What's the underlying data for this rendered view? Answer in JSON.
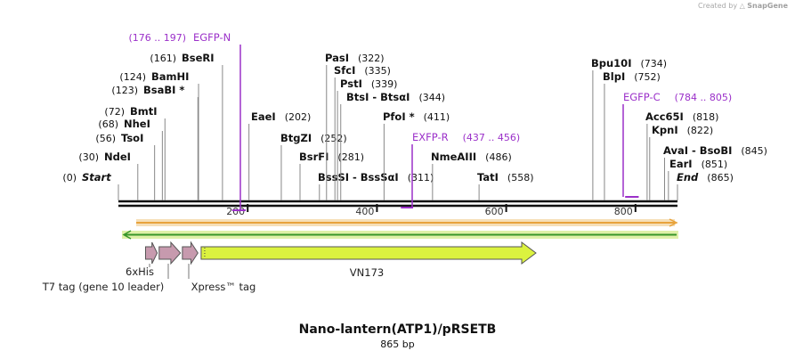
{
  "credit": {
    "prefix": "Created by",
    "brand": "SnapGene"
  },
  "map": {
    "title": "Nano-lantern(ATP1)/pRSETB",
    "length_label": "865 bp",
    "length": 865,
    "ruler_ticks": [
      {
        "pos": 200,
        "label": "200"
      },
      {
        "pos": 400,
        "label": "400"
      },
      {
        "pos": 600,
        "label": "600"
      },
      {
        "pos": 800,
        "label": "800"
      }
    ],
    "sites": [
      {
        "name": "Start",
        "pos": 0,
        "pos_label": "(0)",
        "pos_first": true,
        "italic": true
      },
      {
        "name": "NdeI",
        "pos": 30,
        "pos_label": "(30)",
        "pos_first": true
      },
      {
        "name": "TsoI",
        "pos": 56,
        "pos_label": "(56)",
        "pos_first": true
      },
      {
        "name": "NheI",
        "pos": 68,
        "pos_label": "(68)",
        "pos_first": true
      },
      {
        "name": "BmtI",
        "pos": 72,
        "pos_label": "(72)",
        "pos_first": true
      },
      {
        "name": "BsaBI *",
        "pos": 123,
        "pos_label": "(123)",
        "pos_first": true
      },
      {
        "name": "BamHI",
        "pos": 124,
        "pos_label": "(124)",
        "pos_first": true
      },
      {
        "name": "BseRI",
        "pos": 161,
        "pos_label": "(161)",
        "pos_first": true
      },
      {
        "name": "EaeI",
        "pos": 202,
        "pos_label": "(202)",
        "pos_first": false
      },
      {
        "name": "BtgZI",
        "pos": 252,
        "pos_label": "(252)",
        "pos_first": false
      },
      {
        "name": "BsrFI",
        "pos": 281,
        "pos_label": "(281)",
        "pos_first": false
      },
      {
        "name": "BssSI - BssSαI",
        "pos": 311,
        "pos_label": "(311)",
        "pos_first": false
      },
      {
        "name": "PasI",
        "pos": 322,
        "pos_label": "(322)",
        "pos_first": false
      },
      {
        "name": "SfcI",
        "pos": 335,
        "pos_label": "(335)",
        "pos_first": false
      },
      {
        "name": "PstI",
        "pos": 339,
        "pos_label": "(339)",
        "pos_first": false
      },
      {
        "name": "BtsI - BtsαI",
        "pos": 344,
        "pos_label": "(344)",
        "pos_first": false
      },
      {
        "name": "PfoI *",
        "pos": 411,
        "pos_label": "(411)",
        "pos_first": false
      },
      {
        "name": "NmeAIII",
        "pos": 486,
        "pos_label": "(486)",
        "pos_first": false
      },
      {
        "name": "TatI",
        "pos": 558,
        "pos_label": "(558)",
        "pos_first": false
      },
      {
        "name": "Bpu10I",
        "pos": 734,
        "pos_label": "(734)",
        "pos_first": false
      },
      {
        "name": "BlpI",
        "pos": 752,
        "pos_label": "(752)",
        "pos_first": false
      },
      {
        "name": "Acc65I",
        "pos": 818,
        "pos_label": "(818)",
        "pos_first": false
      },
      {
        "name": "KpnI",
        "pos": 822,
        "pos_label": "(822)",
        "pos_first": false
      },
      {
        "name": "AvaI - BsoBI",
        "pos": 845,
        "pos_label": "(845)",
        "pos_first": false
      },
      {
        "name": "EarI",
        "pos": 851,
        "pos_label": "(851)",
        "pos_first": false
      },
      {
        "name": "End",
        "pos": 865,
        "pos_label": "(865)",
        "pos_first": false,
        "italic": true
      }
    ],
    "primers": [
      {
        "name": "EGFP-N",
        "range_label": "(176 .. 197)",
        "start": 176,
        "end": 197,
        "range_first": true
      },
      {
        "name": "EXFP-R",
        "range_label": "(437 .. 456)",
        "start": 437,
        "end": 456,
        "range_first": false
      },
      {
        "name": "EGFP-C",
        "range_label": "(784 .. 805)",
        "start": 784,
        "end": 805,
        "range_first": false
      }
    ],
    "features": [
      {
        "name": "6xHis",
        "start": 42,
        "end": 60,
        "color": "#c79aae"
      },
      {
        "name": "T7 tag (gene 10 leader)",
        "start": 63,
        "end": 96,
        "color": "#c79aae"
      },
      {
        "name": "Xpress™ tag",
        "start": 99,
        "end": 123,
        "color": "#c79aae"
      },
      {
        "name": "VN173",
        "start": 128,
        "end": 646,
        "color": "#dbf23f"
      }
    ],
    "colors": {
      "enzyme_text": "#111111",
      "primer": "#9b30c9",
      "orange_strand": "#e8a33c",
      "green_strand": "#38962a",
      "backbone": "#111111"
    }
  }
}
